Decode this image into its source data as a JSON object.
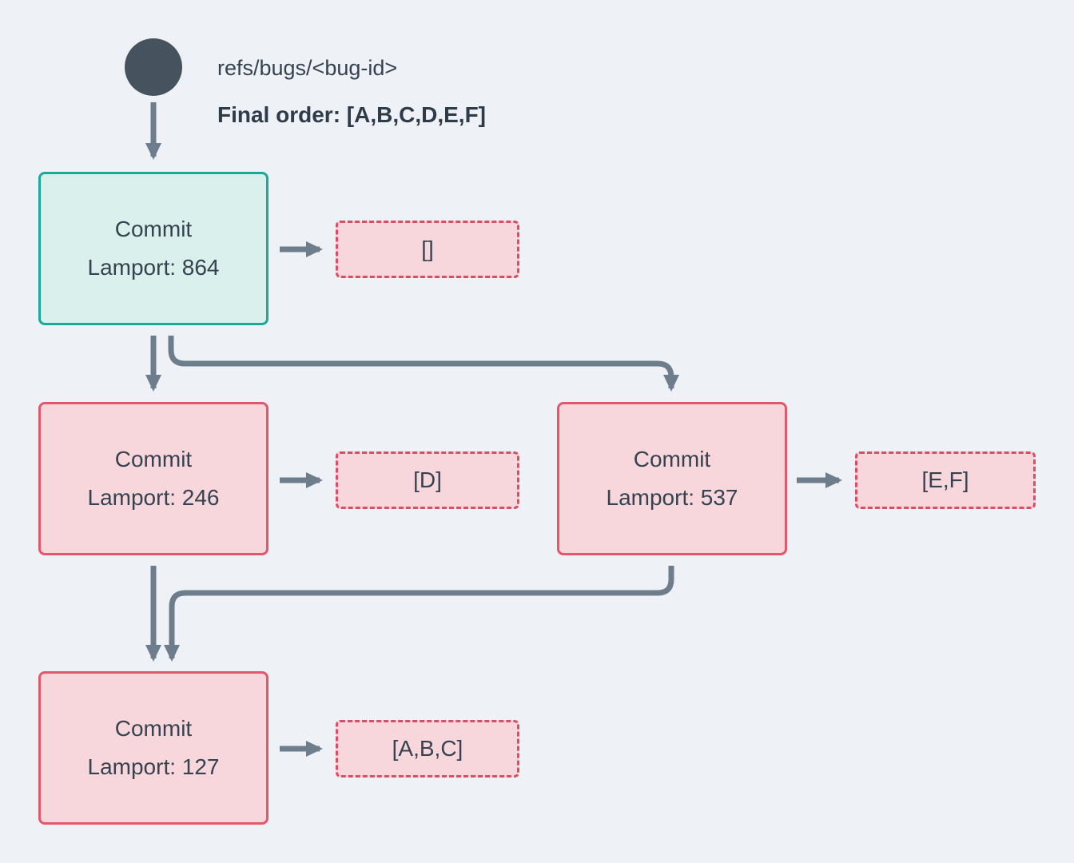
{
  "header": {
    "ref_label": "refs/bugs/<bug-id>",
    "final_order": "Final order: [A,B,C,D,E,F]"
  },
  "nodes": {
    "n864": {
      "title": "Commit",
      "lamport": "Lamport: 864",
      "list": "[]"
    },
    "n246": {
      "title": "Commit",
      "lamport": "Lamport: 246",
      "list": "[D]"
    },
    "n537": {
      "title": "Commit",
      "lamport": "Lamport: 537",
      "list": "[E,F]"
    },
    "n127": {
      "title": "Commit",
      "lamport": "Lamport: 127",
      "list": "[A,B,C]"
    }
  },
  "colors": {
    "background": "#eef1f5",
    "head_fill": "#d9f0ec",
    "head_border": "#1ba99a",
    "commit_fill": "#f8d7dc",
    "commit_border": "#e4566a",
    "dashed_border": "#db4d62",
    "arrow": "#6d7d8b",
    "text": "#36424f",
    "ref_circle": "#46535e"
  }
}
